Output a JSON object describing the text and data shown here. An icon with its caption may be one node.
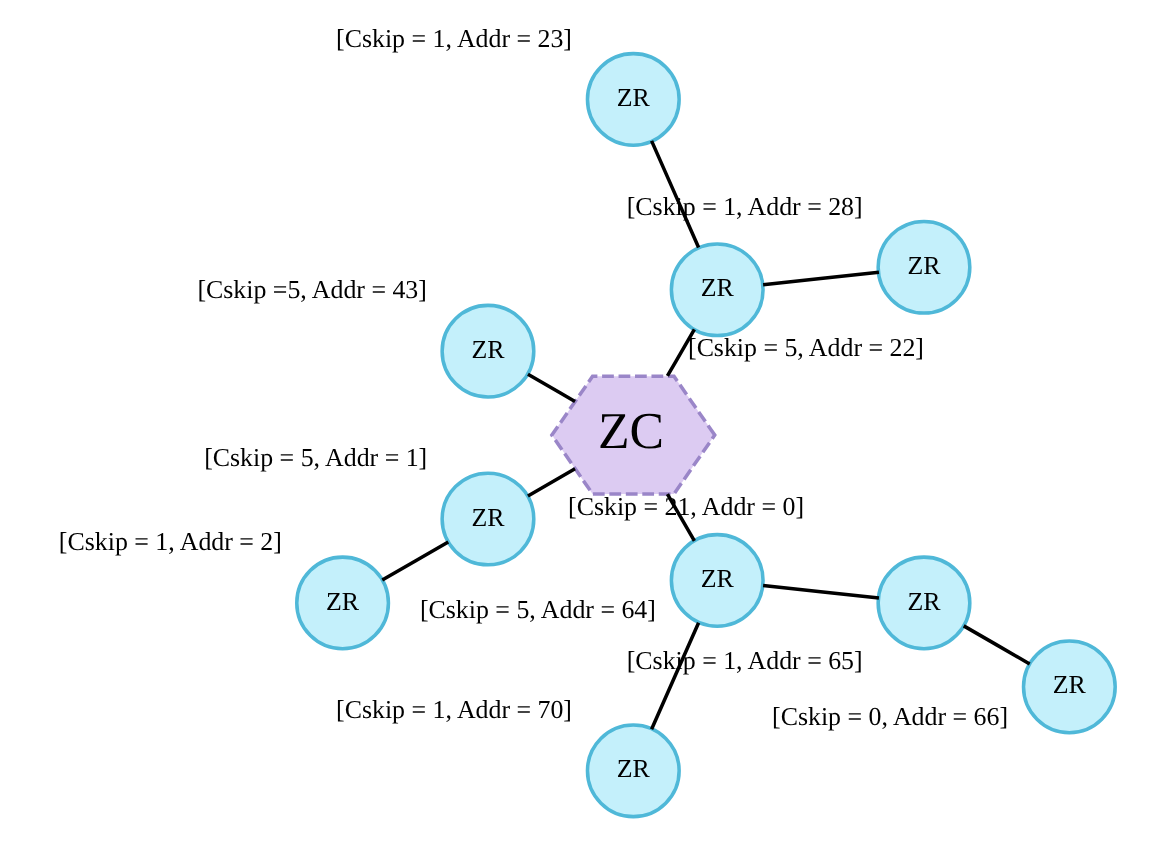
{
  "diagram": {
    "nodes": [
      {
        "text": [
          "ZR"
        ],
        "beside": [
          "[Cskip = 1, Addr = 28]"
        ]
      },
      {
        "text": [
          "ZR"
        ],
        "beside": [
          "[Cskip = 1, Addr = 23]"
        ]
      },
      {
        "text": [
          "ZR"
        ],
        "beside": [
          "[Cskip = 5, Addr = 22]"
        ]
      },
      {
        "text": [
          "ZR"
        ],
        "beside": [
          "[Cskip =5, Addr = 43]"
        ]
      },
      {
        "text": [
          "ZC"
        ],
        "beside": [
          "[Cskip = 21, Addr = 0]"
        ]
      },
      {
        "text": [
          "ZR"
        ],
        "beside": [
          "[Cskip = 5, Addr = 1]"
        ]
      },
      {
        "text": [
          "ZR"
        ],
        "beside": [
          "[Cskip = 5, Addr = 64]"
        ]
      },
      {
        "text": [
          "ZR"
        ],
        "beside": [
          "[Cskip = 1, Addr = 2]"
        ]
      },
      {
        "text": [
          "ZR"
        ],
        "beside": [
          "[Cskip = 1, Addr = 70]"
        ]
      },
      {
        "text": [
          "ZR"
        ],
        "beside": [
          "[Cskip = 1, Addr = 65]"
        ]
      },
      {
        "text": [
          "ZR"
        ],
        "beside": [
          "[Cskip = 0, Addr = 66]"
        ]
      }
    ],
    "edges": [
      {
        "from": 2,
        "to": 0,
        "arrow": "none"
      },
      {
        "from": 2,
        "to": 1,
        "arrow": "none"
      },
      {
        "from": 4,
        "to": 2,
        "arrow": "none"
      },
      {
        "from": 4,
        "to": 3,
        "arrow": "none"
      },
      {
        "from": 4,
        "to": 5,
        "arrow": "none"
      },
      {
        "from": 4,
        "to": 6,
        "arrow": "none"
      },
      {
        "from": 5,
        "to": 7,
        "arrow": "none"
      },
      {
        "from": 6,
        "to": 8,
        "arrow": "none"
      },
      {
        "from": 6,
        "to": 9,
        "arrow": "none"
      },
      {
        "from": 9,
        "to": 10,
        "arrow": "none"
      }
    ]
  }
}
